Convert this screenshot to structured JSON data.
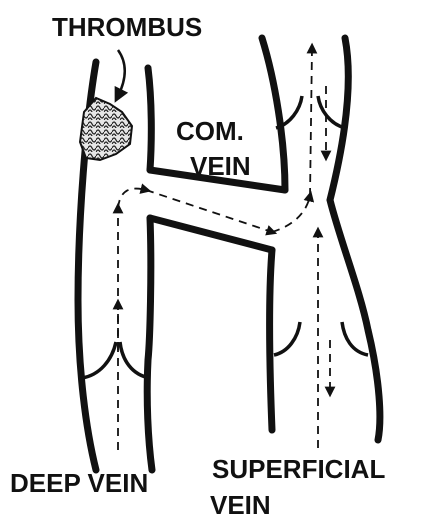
{
  "labels": {
    "thrombus": "THROMBUS",
    "communicating_vein_line1": "COM.",
    "communicating_vein_line2": "VEIN",
    "deep_vein": "DEEP VEIN",
    "superficial_vein_line1": "SUPERFICIAL",
    "superficial_vein_line2": "VEIN"
  },
  "colors": {
    "ink": "#111111",
    "thrombus_fill": "#d9d9d9",
    "background": "#ffffff"
  }
}
